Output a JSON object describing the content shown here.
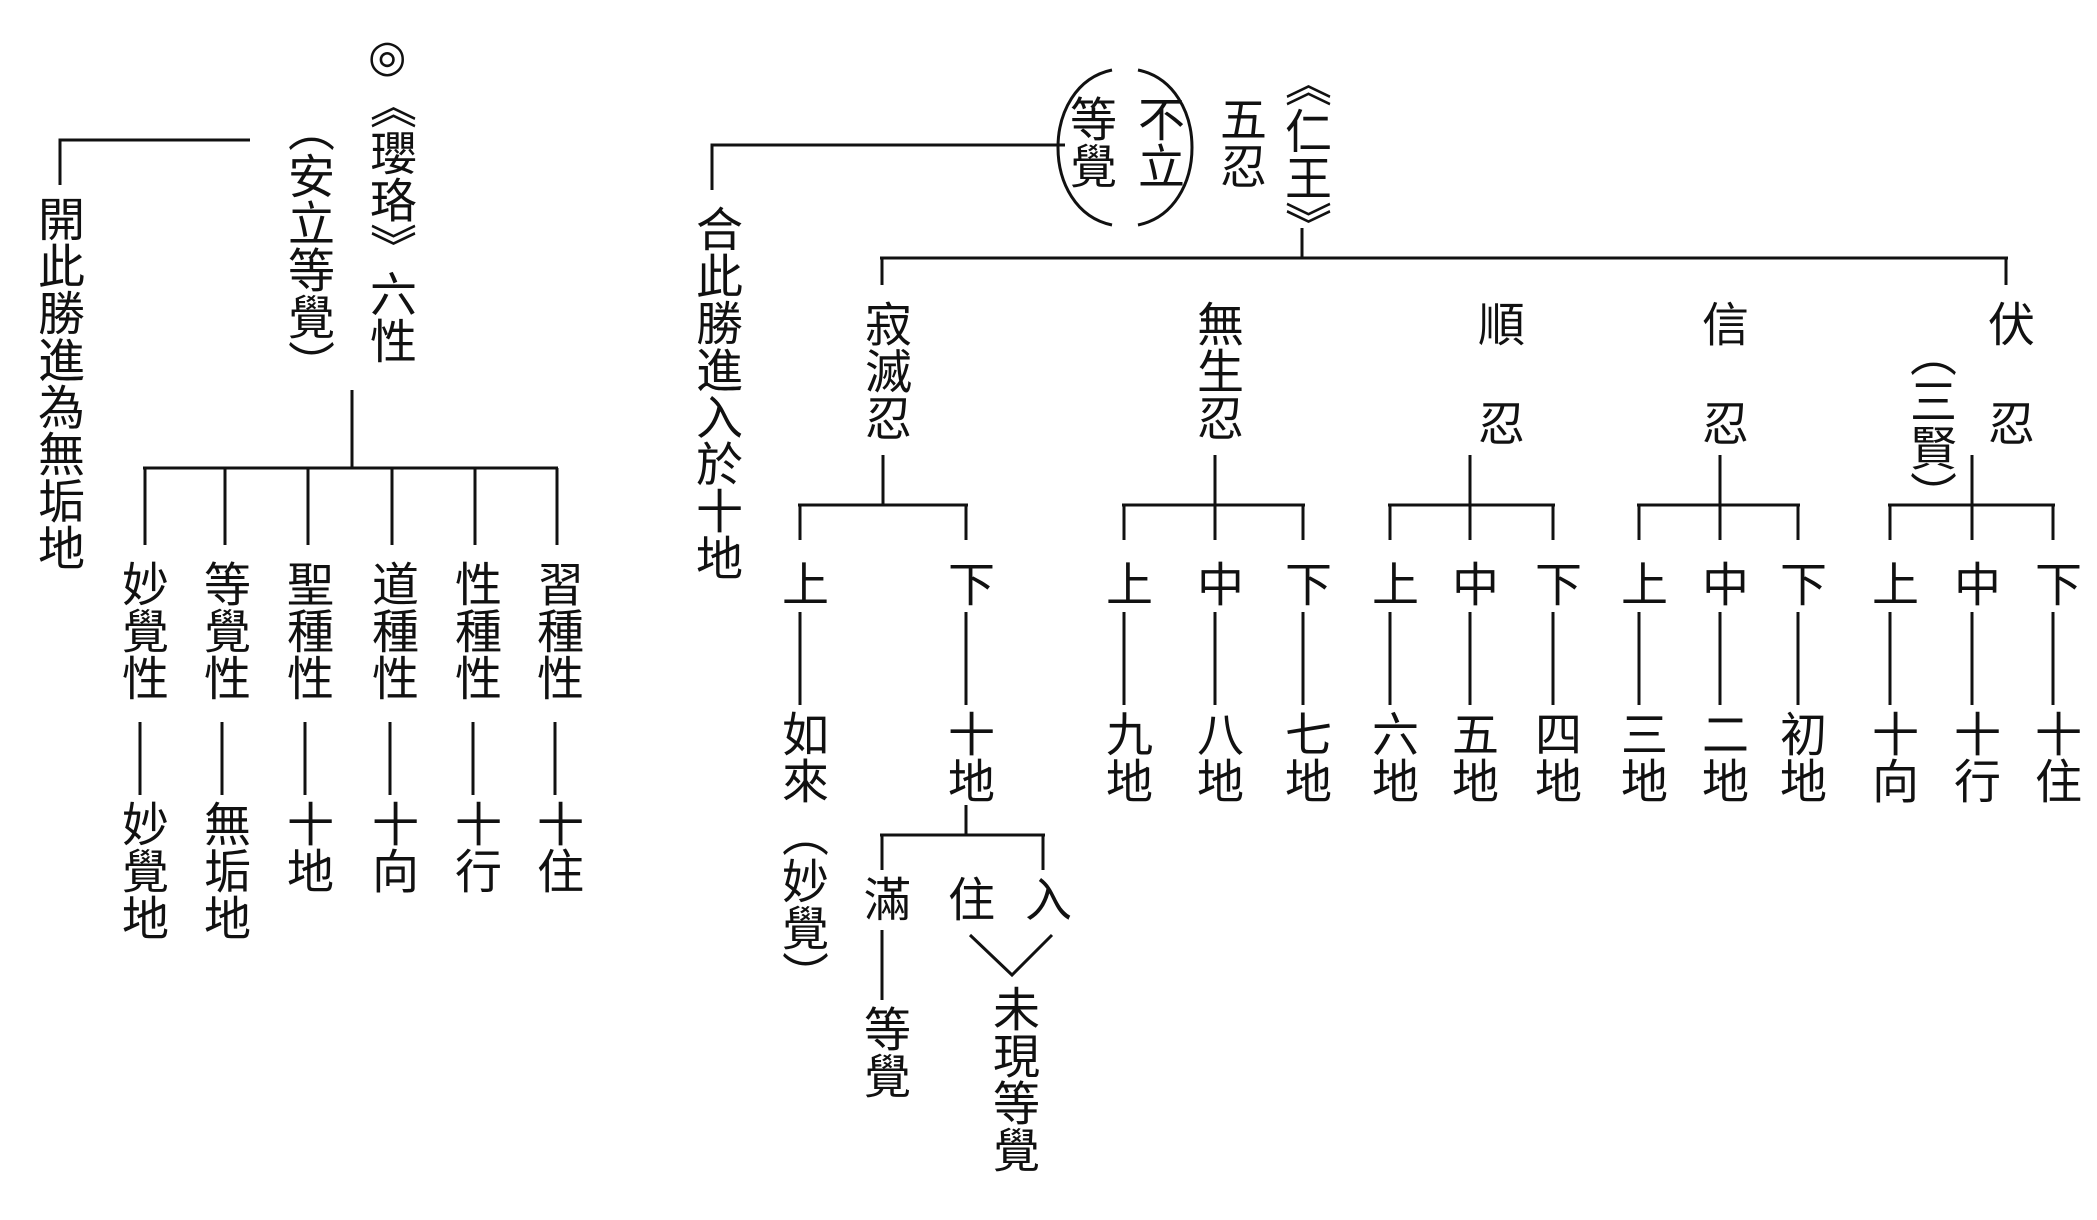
{
  "yingluo": {
    "mark": "◎",
    "title": "《瓔珞》六性",
    "subtitle": "（安立等覺）",
    "side_note": "開此勝進為無垢地",
    "natures": [
      {
        "name": "妙覺性",
        "stage": "妙覺地"
      },
      {
        "name": "等覺性",
        "stage": "無垢地"
      },
      {
        "name": "聖種性",
        "stage": "十地"
      },
      {
        "name": "道種性",
        "stage": "十向"
      },
      {
        "name": "性種性",
        "stage": "十行"
      },
      {
        "name": "習種性",
        "stage": "十住"
      }
    ]
  },
  "renwang": {
    "title": "《仁王》",
    "subtitle": "五忍",
    "paren_note_col1": "不立",
    "paren_note_col2": "等覺",
    "side_note": "合此勝進入於十地",
    "forbearances": [
      {
        "name": "寂滅忍",
        "levels": [
          {
            "label": "上",
            "stage": "如來",
            "note": "（妙覺）"
          },
          {
            "label": "下",
            "stage": "十地",
            "sub": [
              {
                "label": "滿",
                "stage": "等覺"
              },
              {
                "label": "住",
                "stage": ""
              },
              {
                "label": "入",
                "stage": ""
              }
            ],
            "sub_note": "未現等覺"
          }
        ]
      },
      {
        "name": "無生忍",
        "levels": [
          {
            "label": "上",
            "stage": "九地"
          },
          {
            "label": "中",
            "stage": "八地"
          },
          {
            "label": "下",
            "stage": "七地"
          }
        ]
      },
      {
        "name": "順忍",
        "levels": [
          {
            "label": "上",
            "stage": "六地"
          },
          {
            "label": "中",
            "stage": "五地"
          },
          {
            "label": "下",
            "stage": "四地"
          }
        ]
      },
      {
        "name": "信忍",
        "levels": [
          {
            "label": "上",
            "stage": "三地"
          },
          {
            "label": "中",
            "stage": "二地"
          },
          {
            "label": "下",
            "stage": "初地"
          }
        ]
      },
      {
        "name": "伏忍",
        "note": "（三賢）",
        "levels": [
          {
            "label": "上",
            "stage": "十向"
          },
          {
            "label": "中",
            "stage": "十行"
          },
          {
            "label": "下",
            "stage": "十住"
          }
        ]
      }
    ]
  }
}
